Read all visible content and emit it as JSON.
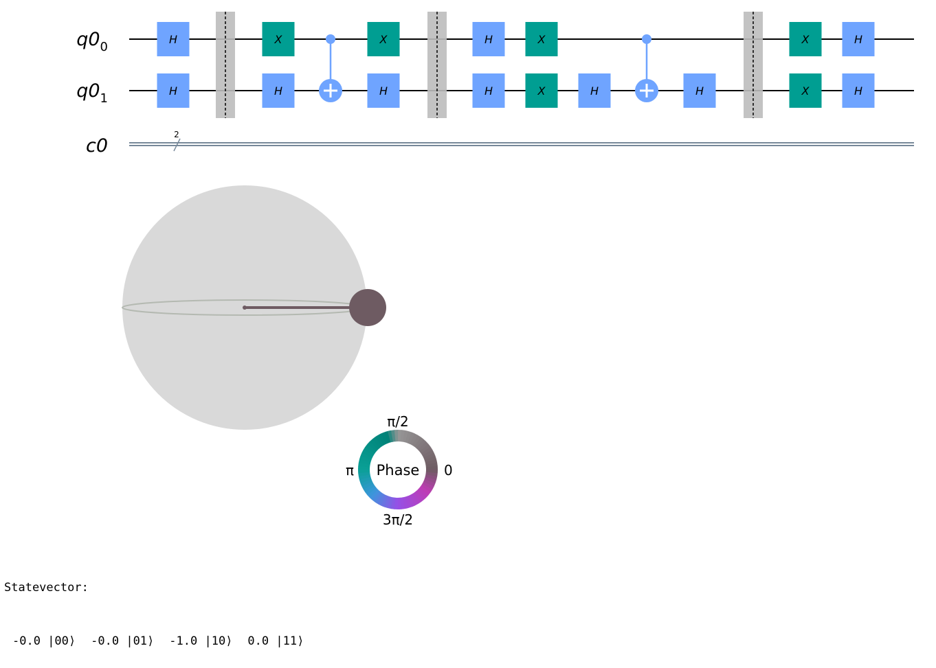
{
  "circuit": {
    "qubits": [
      {
        "base": "q0",
        "sub": "0"
      },
      {
        "base": "q0",
        "sub": "1"
      }
    ],
    "clbit": {
      "name": "c0",
      "width_label": "2"
    },
    "colors": {
      "H": "#6fa4ff",
      "X": "#009e92",
      "control": "#6fa4ff",
      "barrier": "#bdbdbd",
      "wire": "#000000",
      "creg": "#778899"
    },
    "moments": [
      {
        "gates": [
          {
            "type": "H",
            "q": 0
          },
          {
            "type": "H",
            "q": 1
          }
        ]
      },
      {
        "barrier": true
      },
      {
        "gates": [
          {
            "type": "X",
            "q": 0
          },
          {
            "type": "H",
            "q": 1
          }
        ]
      },
      {
        "gates": [
          {
            "type": "CX",
            "control": 0,
            "target": 1
          }
        ]
      },
      {
        "gates": [
          {
            "type": "X",
            "q": 0
          },
          {
            "type": "H",
            "q": 1
          }
        ]
      },
      {
        "barrier": true
      },
      {
        "gates": [
          {
            "type": "H",
            "q": 0
          },
          {
            "type": "H",
            "q": 1
          }
        ]
      },
      {
        "gates": [
          {
            "type": "X",
            "q": 0
          },
          {
            "type": "X",
            "q": 1
          }
        ]
      },
      {
        "gates": [
          {
            "type": "H",
            "q": 1
          }
        ]
      },
      {
        "gates": [
          {
            "type": "CX",
            "control": 0,
            "target": 1
          }
        ]
      },
      {
        "gates": [
          {
            "type": "H",
            "q": 1
          }
        ]
      },
      {
        "barrier": true
      },
      {
        "gates": [
          {
            "type": "X",
            "q": 0
          },
          {
            "type": "X",
            "q": 1
          }
        ]
      },
      {
        "gates": [
          {
            "type": "H",
            "q": 0
          },
          {
            "type": "H",
            "q": 1
          }
        ]
      }
    ]
  },
  "qsphere": {
    "sphere_color": "#d9d9d9",
    "state_color": "#6e5b62",
    "phase_wheel": {
      "center_label": "Phase",
      "tick_labels": {
        "top": "π/2",
        "left": "π",
        "right": "0",
        "bottom": "3π/2"
      }
    }
  },
  "statevector": {
    "title": "Statevector:",
    "terms": [
      {
        "amp": "-0.0",
        "ket": "|00⟩"
      },
      {
        "amp": "-0.0",
        "ket": "|01⟩"
      },
      {
        "amp": "-1.0",
        "ket": "|10⟩"
      },
      {
        "amp": "0.0",
        "ket": "|11⟩"
      }
    ]
  }
}
